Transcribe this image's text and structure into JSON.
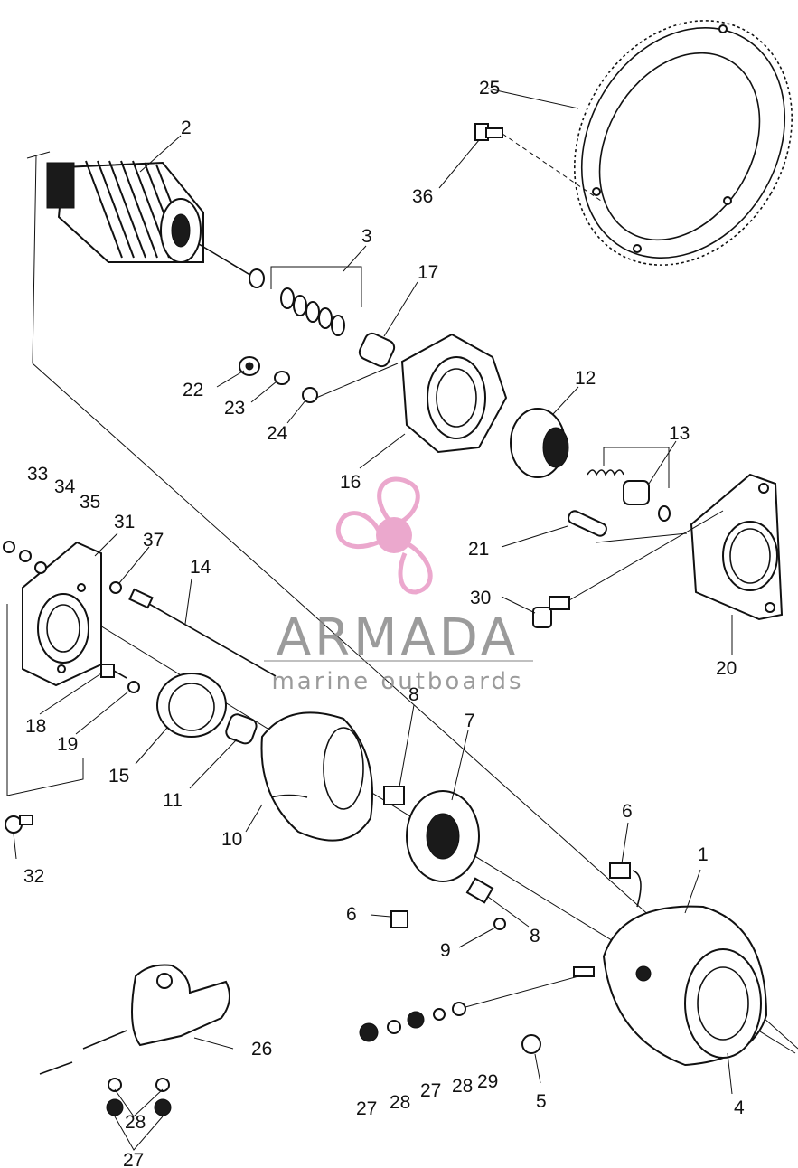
{
  "watermark": {
    "brand": "ARMADA",
    "tagline": "marine outboards",
    "logo_color": "#e58bbd",
    "text_color": "#8a8a8a"
  },
  "callouts": {
    "c1": "1",
    "c2": "2",
    "c3": "3",
    "c4": "4",
    "c5": "5",
    "c6a": "6",
    "c6b": "6",
    "c7": "7",
    "c8a": "8",
    "c8b": "8",
    "c9": "9",
    "c10": "10",
    "c11": "11",
    "c12": "12",
    "c13": "13",
    "c14": "14",
    "c15": "15",
    "c16": "16",
    "c17": "17",
    "c18": "18",
    "c19": "19",
    "c20": "20",
    "c21": "21",
    "c22": "22",
    "c23": "23",
    "c24": "24",
    "c25": "25",
    "c26": "26",
    "c27a": "27",
    "c27b": "27",
    "c27c": "27",
    "c28a": "28",
    "c28b": "28",
    "c28c": "28",
    "c29": "29",
    "c30": "30",
    "c31": "31",
    "c32": "32",
    "c33": "33",
    "c34": "34",
    "c35": "35",
    "c36": "36",
    "c37": "37"
  }
}
